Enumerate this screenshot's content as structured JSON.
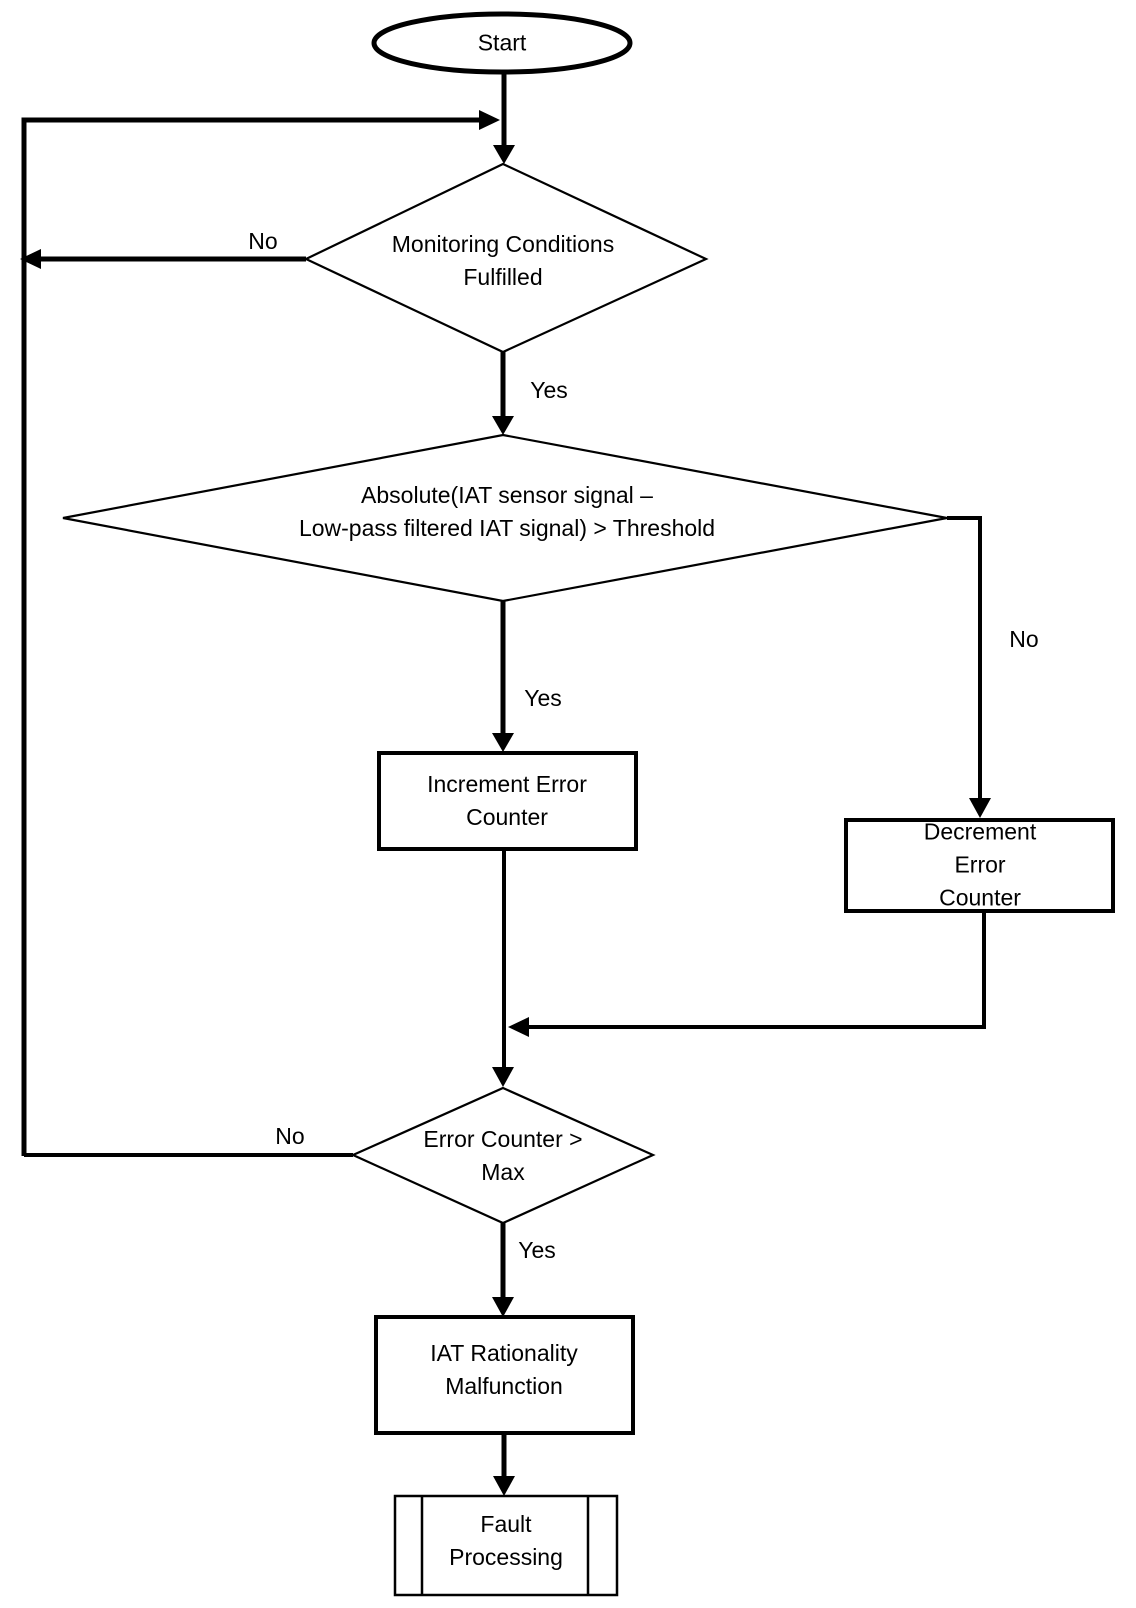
{
  "diagram": {
    "title": "IAT rationality monitoring flowchart",
    "background_color": "#ffffff",
    "line_color": "#000000",
    "nodes": {
      "start": "Start",
      "monitoring_decision": "Monitoring Conditions\nFulfilled",
      "absolute_decision": "Absolute(IAT sensor signal –\nLow-pass filtered IAT signal) > Threshold",
      "increment_process": "Increment Error\nCounter",
      "decrement_process": "Decrement Error\nCounter",
      "error_counter_decision": "Error Counter >\nMax",
      "malfunction_process": "IAT Rationality\nMalfunction",
      "fault_predefined": "Fault\nProcessing"
    },
    "edge_labels": {
      "monitoring_no": "No",
      "monitoring_yes": "Yes",
      "absolute_yes": "Yes",
      "absolute_no": "No",
      "error_counter_no": "No",
      "error_counter_yes": "Yes"
    }
  }
}
